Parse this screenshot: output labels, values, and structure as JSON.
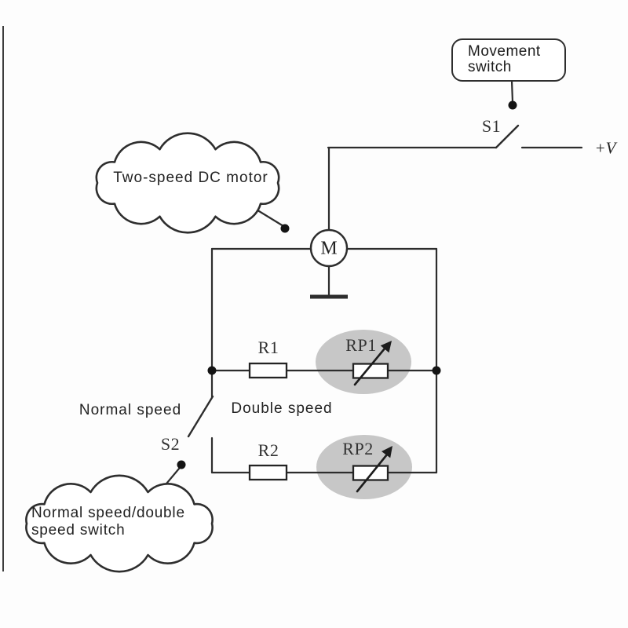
{
  "figure": {
    "type": "circuit-diagram",
    "description_visible": false
  },
  "colors": {
    "line": "#2d2d2d",
    "highlight_ellipse": "#c7c7c7",
    "background": "#fdfdfd",
    "text": "#1e1e1e"
  },
  "callouts": {
    "movement_switch": {
      "text": "Movement\nswitch"
    },
    "two_speed_motor": {
      "text": "Two-speed DC motor"
    },
    "speed_switch": {
      "text": "Normal speed/double\nspeed switch"
    }
  },
  "components": {
    "s1": "S1",
    "s2": "S2",
    "motor": "M",
    "supply": "+V",
    "r1": "R1",
    "rp1": "RP1",
    "r2": "R2",
    "rp2": "RP2"
  },
  "labels": {
    "normal_speed": "Normal speed",
    "double_speed": "Double speed"
  }
}
